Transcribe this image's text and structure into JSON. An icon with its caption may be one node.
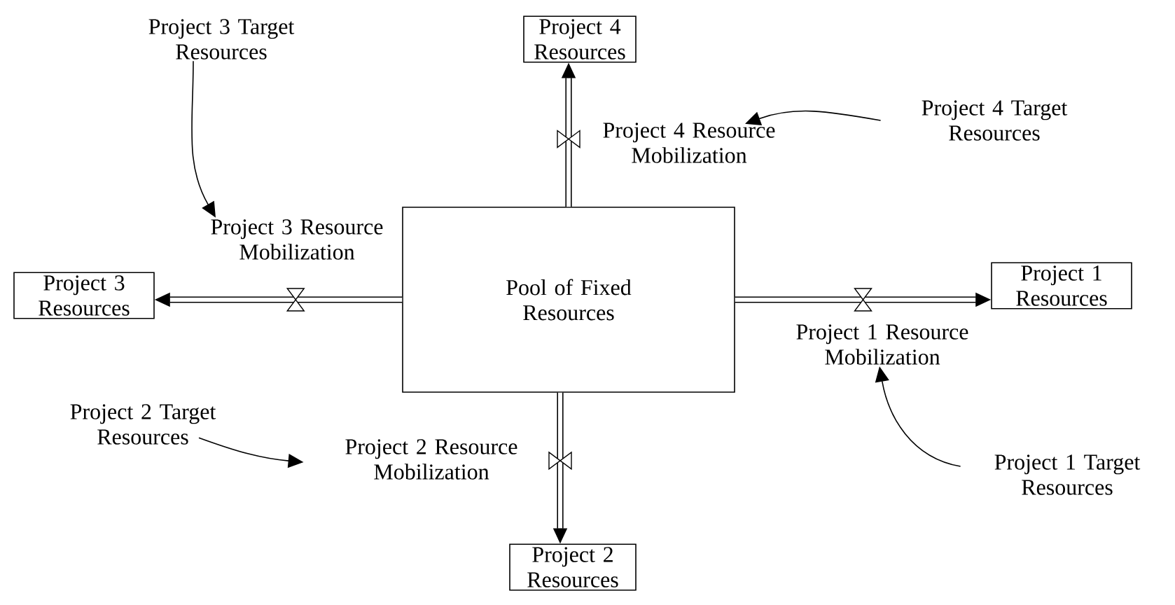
{
  "diagram": {
    "nodes": [
      {
        "text": [
          "Pool of Fixed Resources"
        ]
      },
      {
        "text": [
          "Project 4 Resources"
        ]
      },
      {
        "text": [
          "Project 3 Resources"
        ]
      },
      {
        "text": [
          "Project 1 Resources"
        ]
      },
      {
        "text": [
          "Project 2 Resources"
        ]
      },
      {
        "text": [
          "Project 4 Resource Mobilization"
        ]
      },
      {
        "text": [
          "Project 3 Resource Mobilization"
        ]
      },
      {
        "text": [
          "Project 1 Resource Mobilization"
        ]
      },
      {
        "text": [
          "Project 2 Resource Mobilization"
        ]
      },
      {
        "text": [
          "Project 3 Target Resources"
        ]
      },
      {
        "text": [
          "Project 4 Target Resources"
        ]
      },
      {
        "text": [
          "Project 2 Target Resources"
        ]
      },
      {
        "text": [
          "Project 1 Target Resources"
        ]
      }
    ],
    "edges": [
      {
        "from": 0,
        "to": 1,
        "arrow": "to",
        "style": "thick"
      },
      {
        "from": 0,
        "to": 2,
        "arrow": "to",
        "style": "thick"
      },
      {
        "from": 0,
        "to": 3,
        "arrow": "to",
        "style": "thick"
      },
      {
        "from": 0,
        "to": 4,
        "arrow": "to",
        "style": "thick"
      },
      {
        "from": 9,
        "to": 6,
        "arrow": "to"
      },
      {
        "from": 10,
        "to": 5,
        "arrow": "to"
      },
      {
        "from": 11,
        "to": 8,
        "arrow": "to"
      },
      {
        "from": 12,
        "to": 7,
        "arrow": "to"
      }
    ]
  }
}
